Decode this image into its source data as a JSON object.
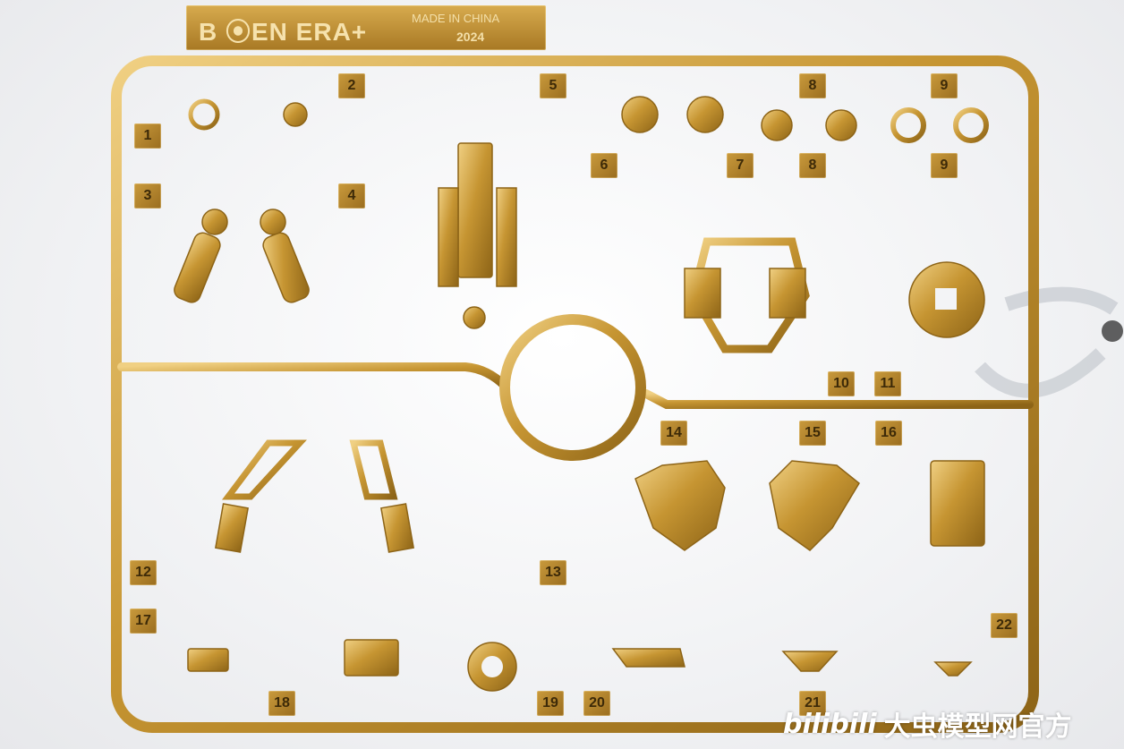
{
  "plate": {
    "brand": "B ⦿EN ERA+",
    "made_in": "MADE IN CHINA",
    "year": "2024"
  },
  "part_numbers": [
    "1",
    "2",
    "3",
    "4",
    "5",
    "6",
    "7",
    "8",
    "8",
    "9",
    "9",
    "10",
    "11",
    "12",
    "13",
    "14",
    "15",
    "16",
    "17",
    "18",
    "19",
    "20",
    "21",
    "22"
  ],
  "watermark": {
    "logo": "bilibili",
    "name": "大虫模型网官方"
  },
  "colors": {
    "gold": "#c69532",
    "gold_dark": "#8d6417",
    "gold_light": "#f0d083",
    "background": "#f4f5f7"
  }
}
